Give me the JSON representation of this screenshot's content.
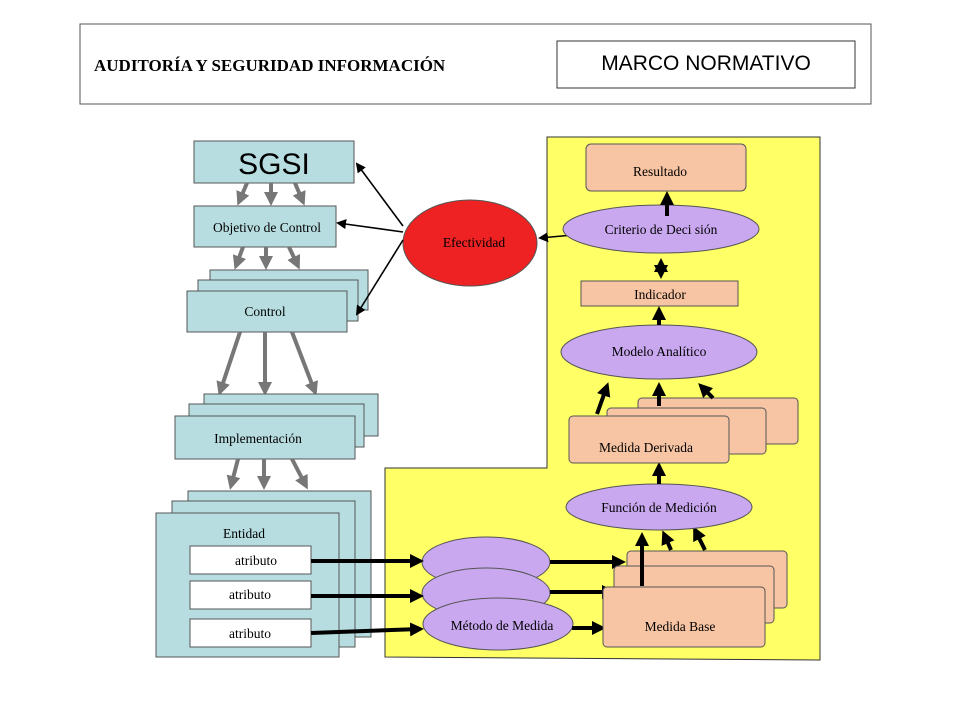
{
  "header": {
    "title": "AUDITORÍA Y SEGURIDAD INFORMACIÓN",
    "section": "MARCO NORMATIVO"
  },
  "left_column": {
    "sgsi": "SGSI",
    "objetivo_control": "Objetivo de Control",
    "control": "Control",
    "implementacion": "Implementación",
    "entidad": "Entidad",
    "atributos": [
      "atributo",
      "atributo",
      "atributo"
    ]
  },
  "center": {
    "efectividad": "Efectividad",
    "metodo_medida": "Método de Medida"
  },
  "right_column": {
    "resultado": "Resultado",
    "criterio_decision": "Criterio de Deci sión",
    "indicador": "Indicador",
    "modelo_analitico": "Modelo Analítico",
    "medida_derivada": "Medida Derivada",
    "funcion_medicion": "Función de Medición",
    "medida_base": "Medida Base"
  },
  "colors": {
    "light_blue": "#b7dde1",
    "peach": "#f8c5a4",
    "lavender": "#c9a8f0",
    "red": "#ee2222",
    "yellow": "#ffff66",
    "gray_arrow": "#777777"
  }
}
